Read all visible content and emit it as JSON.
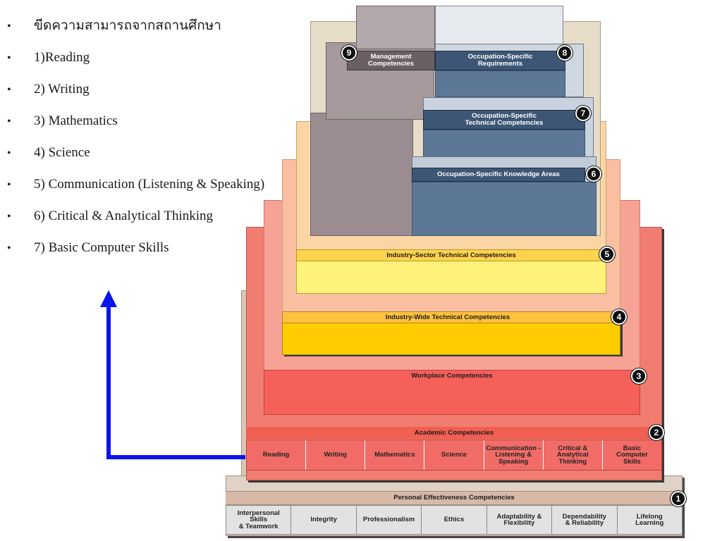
{
  "bullets": [
    "ขีดความสามารถจากสถานศึกษา",
    "1)Reading",
    "2) Writing",
    "3) Mathematics",
    "4) Science",
    "5) Communication (Listening & Speaking)",
    "6) Critical & Analytical Thinking",
    "7) Basic Computer Skills"
  ],
  "bullet_symbol": "•",
  "pyramid": {
    "tier9": {
      "number": "9",
      "label": "Management\nCompetencies"
    },
    "tier8": {
      "number": "8",
      "label": "Occupation-Specific\nRequirements"
    },
    "tier7": {
      "number": "7",
      "label": "Occupation-Specific\nTechnical Competencies"
    },
    "tier6": {
      "number": "6",
      "label": "Occupation-Specific Knowledge Areas"
    },
    "tier5": {
      "number": "5",
      "label": "Industry-Sector Technical Competencies"
    },
    "tier4": {
      "number": "4",
      "label": "Industry-Wide Technical Competencies"
    },
    "tier3": {
      "number": "3",
      "label": "Workplace Competencies"
    },
    "tier2": {
      "number": "2",
      "label": "Academic Competencies",
      "cells": [
        "Reading",
        "Writing",
        "Mathematics",
        "Science",
        "Communication -\nListening &\nSpeaking",
        "Critical &\nAnalytical\nThinking",
        "Basic\nComputer\nSkills"
      ]
    },
    "tier1": {
      "number": "1",
      "label": "Personal Effectiveness Competencies",
      "cells": [
        "Interpersonal\nSkills\n& Teamwork",
        "Integrity",
        "Professionalism",
        "Ethics",
        "Adaptability &\nFlexibility",
        "Dependability\n& Reliability",
        "Lifelong\nLearning"
      ]
    }
  },
  "colors": {
    "arrow": "#0a14ee",
    "tier1": "#e0d2c4",
    "tier2": "#f07d6f",
    "tier3": "#f6a396",
    "tier4": "#f9bfa0",
    "tier5": "#fbd6a4",
    "tier6": "#f2e0b4",
    "upper_left": "#9a8c90",
    "upper_right": "#5d7796"
  }
}
